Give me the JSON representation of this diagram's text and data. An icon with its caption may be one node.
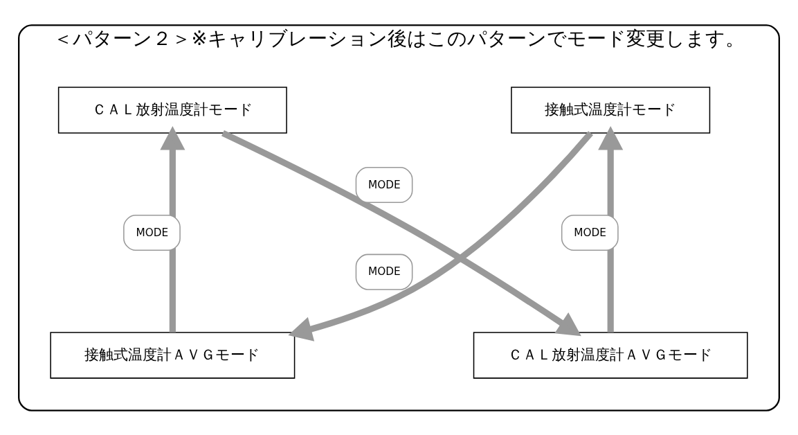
{
  "diagram": {
    "nodes": [
      {
        "text": [
          "＜パターン２＞※キャリブレーション後はこのパターンでモード変更します。"
        ]
      },
      {
        "text": [
          "ＣＡＬ放射温度計モード"
        ],
        "in": 0
      },
      {
        "text": [
          "ＣＡＬ放射温度計ＡＶＧモード"
        ],
        "in": 0
      },
      {
        "text": [
          "接触式温度計モード"
        ],
        "in": 0
      },
      {
        "text": [
          "接触式温度計ＡＶＧモード"
        ],
        "in": 0
      }
    ],
    "edges": [
      {
        "from": 1,
        "to": 2,
        "arrow": "to",
        "label": "MODE"
      },
      {
        "from": 2,
        "to": 3,
        "arrow": "to",
        "label": "MODE"
      },
      {
        "from": 3,
        "to": 4,
        "arrow": "to",
        "label": "MODE"
      },
      {
        "from": 4,
        "to": 1,
        "arrow": "to",
        "label": "MODE"
      }
    ]
  }
}
